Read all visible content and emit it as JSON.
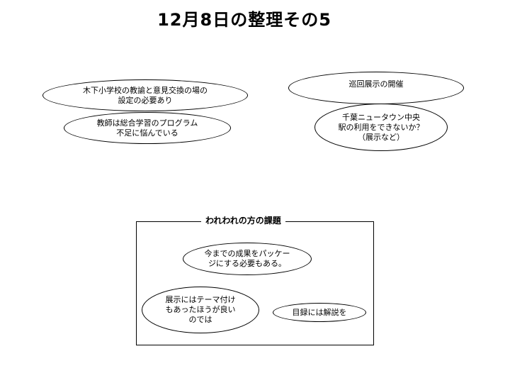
{
  "title": "12月8日の整理その5",
  "ellipses": {
    "e1": [
      "木下小学校の教諭と意見交換の場の",
      "設定の必要あり"
    ],
    "e2": [
      "教師は総合学習のプログラム",
      "不足に悩んでいる"
    ],
    "e3": [
      "巡回展示の開催"
    ],
    "e4": [
      "千葉ニュータウン中央",
      "駅の利用をできないか？",
      "（展示など）"
    ],
    "e5": [
      "今までの成果をパッケー",
      "ジにする必要もある。"
    ],
    "e6": [
      "展示にはテーマ付け",
      "もあったほうが良い",
      "のでは"
    ],
    "e7": [
      "目録には解説を"
    ]
  },
  "group": {
    "title": "われわれの方の課題"
  }
}
